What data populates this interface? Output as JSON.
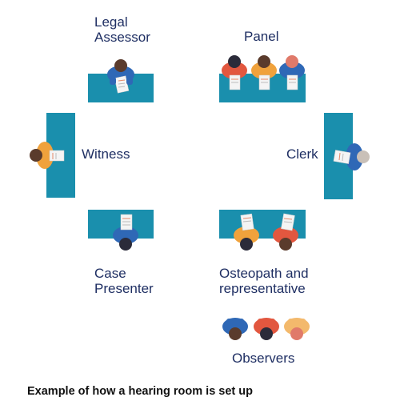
{
  "labels": {
    "legal_assessor": [
      "Legal",
      "Assessor"
    ],
    "panel": "Panel",
    "witness": "Witness",
    "clerk": "Clerk",
    "case_presenter": [
      "Case",
      "Presenter"
    ],
    "osteopath": [
      "Osteopath and",
      "representative"
    ],
    "observers": "Observers"
  },
  "caption": "Example of how a hearing room is set up",
  "colors": {
    "table": "#1a8fad",
    "text": "#1f2f63",
    "shirt_blue": "#2f68b6",
    "shirt_orange": "#f0a23c",
    "shirt_red": "#e2573f",
    "shirt_tan": "#f3b96c",
    "paper": "#f4f4f4",
    "paper_line": "#e58a6a"
  }
}
